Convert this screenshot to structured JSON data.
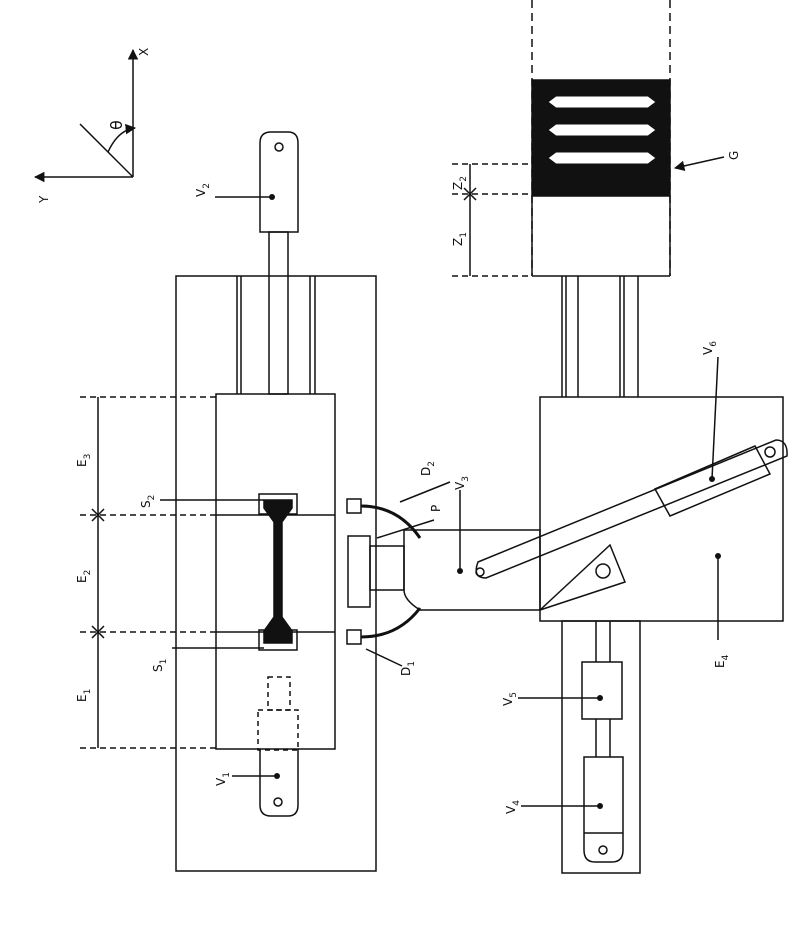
{
  "axes": {
    "x": "X",
    "y": "Y",
    "theta": "θ"
  },
  "labels": {
    "V1": {
      "main": "V",
      "sub": "1"
    },
    "V2": {
      "main": "V",
      "sub": "2"
    },
    "V3": {
      "main": "V",
      "sub": "3"
    },
    "V4": {
      "main": "V",
      "sub": "4"
    },
    "V5": {
      "main": "V",
      "sub": "5"
    },
    "V6": {
      "main": "V",
      "sub": "6"
    },
    "E1": {
      "main": "E",
      "sub": "1"
    },
    "E2": {
      "main": "E",
      "sub": "2"
    },
    "E3": {
      "main": "E",
      "sub": "3"
    },
    "E4": {
      "main": "E",
      "sub": "4"
    },
    "S1": {
      "main": "S",
      "sub": "1"
    },
    "S2": {
      "main": "S",
      "sub": "2"
    },
    "D1": {
      "main": "D",
      "sub": "1"
    },
    "D2": {
      "main": "D",
      "sub": "2"
    },
    "Z1": {
      "main": "Z",
      "sub": "1"
    },
    "Z2": {
      "main": "Z",
      "sub": "2"
    },
    "P": {
      "main": "P"
    },
    "G": {
      "main": "G"
    }
  },
  "colors": {
    "ink": "#111111",
    "paper": "#ffffff"
  }
}
